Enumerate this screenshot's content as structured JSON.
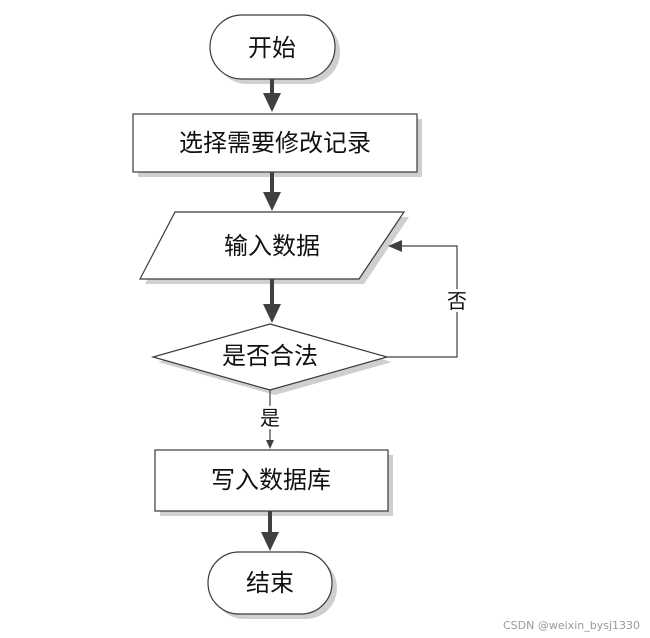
{
  "nodes": {
    "start": "开始",
    "select": "选择需要修改记录",
    "input": "输入数据",
    "decision": "是否合法",
    "write": "写入数据库",
    "end": "结束"
  },
  "edges": {
    "yes": "是",
    "no": "否"
  },
  "watermark": "CSDN @weixin_bysj1330"
}
